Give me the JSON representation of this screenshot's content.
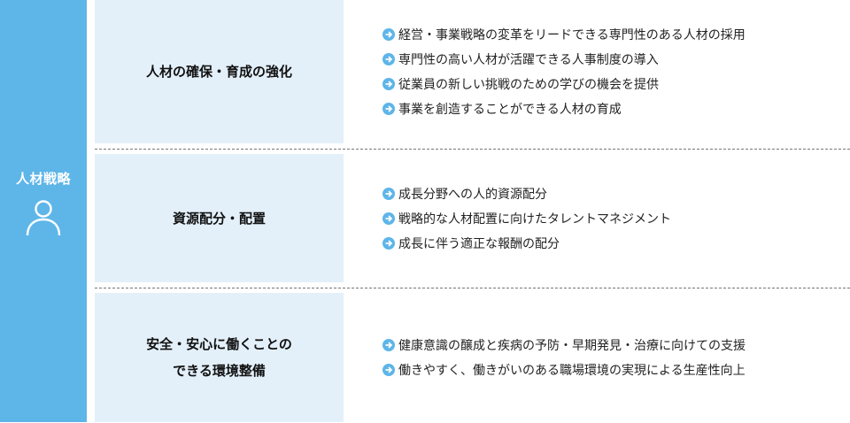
{
  "sidebar": {
    "title": "人材戦略",
    "icon": "person-icon",
    "color": "#5EB5E8"
  },
  "colors": {
    "category_bg": "#E3F0FA",
    "arrow": "#5EB5E8",
    "divider": "#777777"
  },
  "rows": [
    {
      "category": "人材の確保・育成の強化",
      "items": [
        "経営・事業戦略の変革をリードできる専門性のある人材の採用",
        "専門性の高い人材が活躍できる人事制度の導入",
        "従業員の新しい挑戦のための学びの機会を提供",
        "事業を創造することができる人材の育成"
      ]
    },
    {
      "category": "資源配分・配置",
      "items": [
        "成長分野への人的資源配分",
        "戦略的な人材配置に向けたタレントマネジメント",
        "成長に伴う適正な報酬の配分"
      ]
    },
    {
      "category_line1": "安全・安心に働くことの",
      "category_line2": "できる環境整備",
      "items": [
        "健康意識の醸成と疾病の予防・早期発見・治療に向けての支援",
        "働きやすく、働きがいのある職場環境の実現による生産性向上"
      ]
    }
  ]
}
